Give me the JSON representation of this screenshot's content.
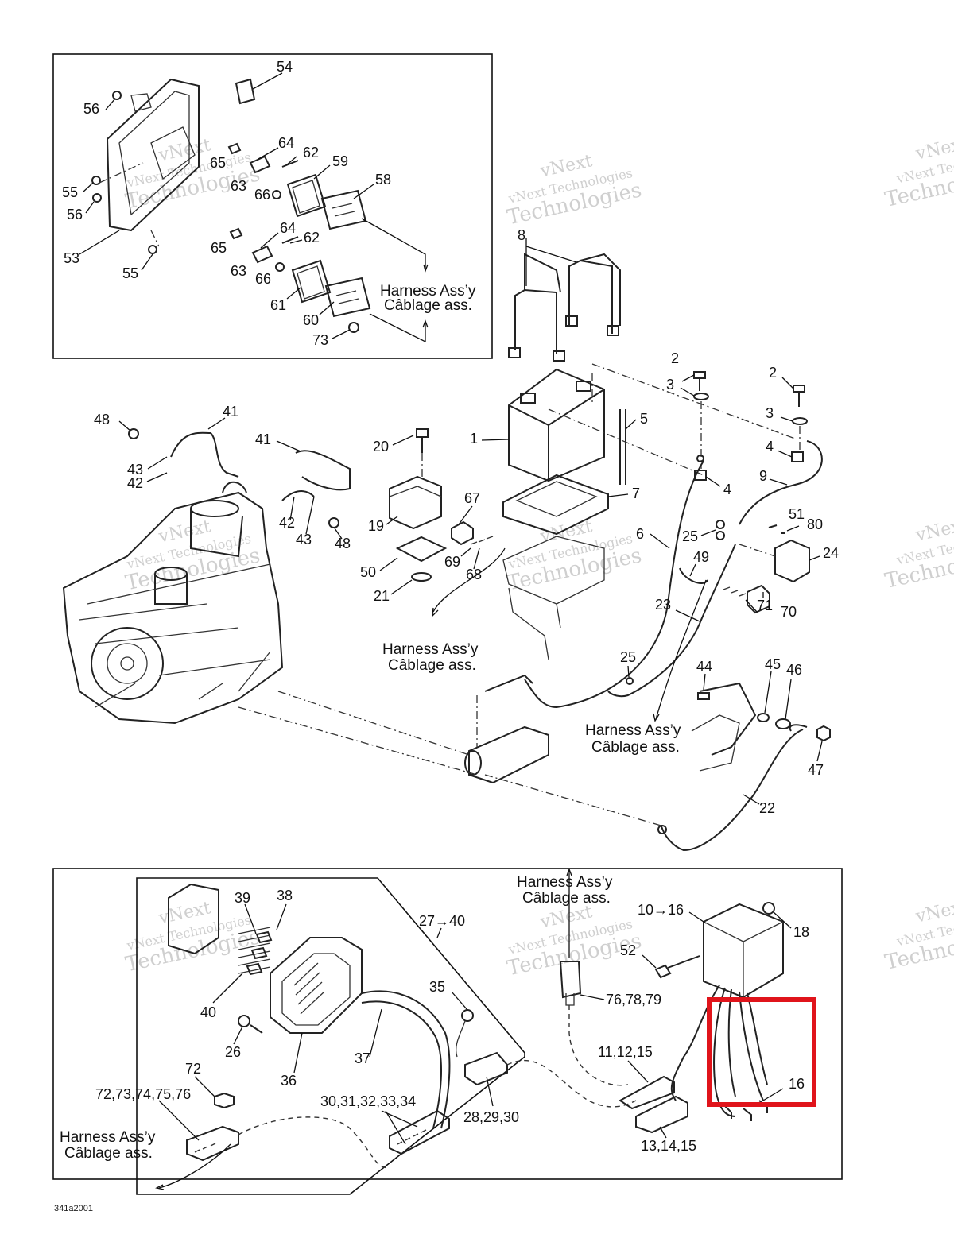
{
  "callouts": {
    "p1": "1",
    "p2a": "2",
    "p2b": "2",
    "p3a": "3",
    "p3b": "3",
    "p4a": "4",
    "p4b": "4",
    "p5": "5",
    "p6": "6",
    "p7": "7",
    "p8": "8",
    "p9": "9",
    "p10_16": "10→16",
    "p11_12_15": "11,12,15",
    "p13_14_15": "13,14,15",
    "p16": "16",
    "p18": "18",
    "p19": "19",
    "p20": "20",
    "p21": "21",
    "p22": "22",
    "p23": "23",
    "p24": "24",
    "p25a": "25",
    "p25b": "25",
    "p26": "26",
    "p27_40": "27→40",
    "p28_29_30": "28,29,30",
    "p30_34": "30,31,32,33,34",
    "p35": "35",
    "p36": "36",
    "p37": "37",
    "p38": "38",
    "p39": "39",
    "p40": "40",
    "p41a": "41",
    "p41b": "41",
    "p42a": "42",
    "p42b": "42",
    "p43a": "43",
    "p43b": "43",
    "p44": "44",
    "p45": "45",
    "p46": "46",
    "p47": "47",
    "p48a": "48",
    "p48b": "48",
    "p49": "49",
    "p50": "50",
    "p51": "51",
    "p52": "52",
    "p53": "53",
    "p54": "54",
    "p55a": "55",
    "p55b": "55",
    "p56a": "56",
    "p56b": "56",
    "p58": "58",
    "p59": "59",
    "p60": "60",
    "p61": "61",
    "p62a": "62",
    "p62b": "62",
    "p63a": "63",
    "p63b": "63",
    "p64a": "64",
    "p64b": "64",
    "p65a": "65",
    "p65b": "65",
    "p66a": "66",
    "p66b": "66",
    "p67": "67",
    "p68": "68",
    "p69": "69",
    "p70": "70",
    "p71": "71",
    "p72": "72",
    "p72_76": "72,73,74,75,76",
    "p73": "73",
    "p76_78_79": "76,78,79",
    "p80": "80"
  },
  "harness_labels": {
    "line1": "Harness Ass’y",
    "line2": "Câblage ass."
  },
  "drawing_number": "341a2001",
  "watermark": {
    "line1": "vNext",
    "line2": "vNext Technologies",
    "line3": "Technologies"
  },
  "highlight": {
    "color": "#e0141b",
    "target_part": "16"
  }
}
